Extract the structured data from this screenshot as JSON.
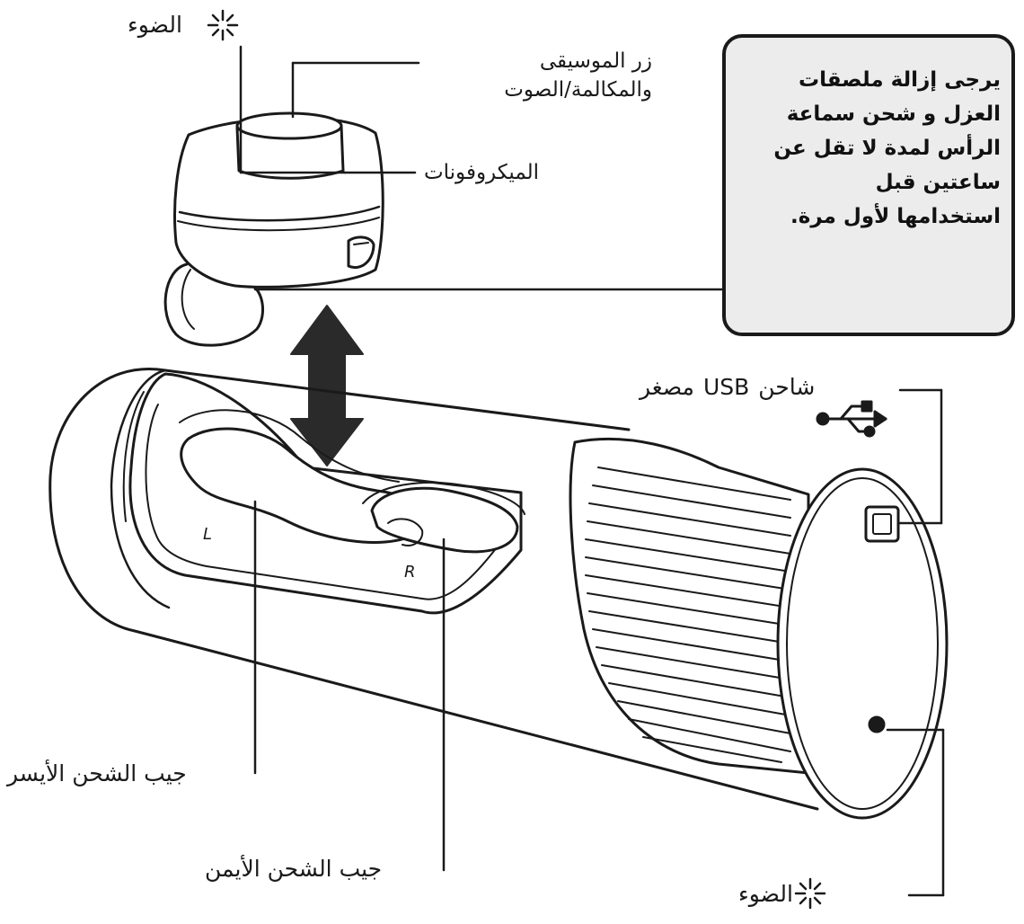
{
  "labels": {
    "light_top": "الضوء",
    "button": "زر الموسيقى\nوالمكالمة/الصوت",
    "microphones": "الميكروفونات",
    "note": "يرجى إزالة ملصقات\nالعزل و شحن سماعة\nالرأس لمدة لا تقل عن\nساعتين قبل\nاستخدامها لأول مرة.",
    "usb_prefix": "شاحن",
    "usb_brand": "USB",
    "usb_suffix": "مصغر",
    "left_pocket": "جيب الشحن الأيسر",
    "right_pocket": "جيب الشحن الأيمن",
    "light_bottom": "الضوء",
    "mark_left": "L",
    "mark_right": "R"
  },
  "icons": {
    "light": "light-sparkle-icon",
    "usb": "usb-icon",
    "arrow": "double-arrow-icon"
  },
  "colors": {
    "line": "#1a1a1a",
    "note_bg": "#ececec",
    "arrow": "#2a2a2a"
  }
}
